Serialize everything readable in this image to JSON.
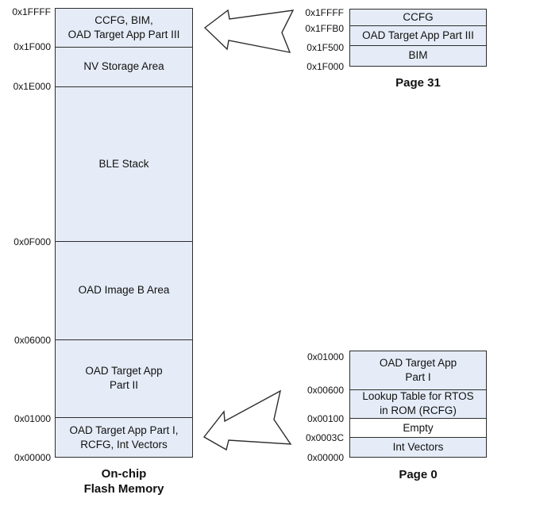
{
  "colors": {
    "box_fill": "#E5ECF7",
    "empty_fill": "#FFFFFF",
    "border": "#2D2D2D",
    "text": "#111111"
  },
  "main_memory": {
    "caption": "On-chip\nFlash Memory",
    "addresses": [
      "0x1FFFF",
      "0x1F000",
      "0x1E000",
      "0x0F000",
      "0x06000",
      "0x01000",
      "0x00000"
    ],
    "sections": [
      {
        "label": "CCFG, BIM,\nOAD Target App Part III"
      },
      {
        "label": "NV Storage Area"
      },
      {
        "label": "BLE Stack"
      },
      {
        "label": "OAD Image B Area"
      },
      {
        "label": "OAD Target App\nPart II"
      },
      {
        "label": "OAD Target App Part I,\nRCFG, Int Vectors"
      }
    ]
  },
  "page31": {
    "caption": "Page 31",
    "addresses": [
      "0x1FFFF",
      "0x1FFB0",
      "0x1F500",
      "0x1F000"
    ],
    "sections": [
      {
        "label": "CCFG"
      },
      {
        "label": "OAD Target App Part III"
      },
      {
        "label": "BIM"
      }
    ]
  },
  "page0": {
    "caption": "Page 0",
    "addresses": [
      "0x01000",
      "0x00600",
      "0x00100",
      "0x0003C",
      "0x00000"
    ],
    "sections": [
      {
        "label": "OAD Target App\nPart I"
      },
      {
        "label": "Lookup Table for RTOS\nin ROM (RCFG)"
      },
      {
        "label": "Empty"
      },
      {
        "label": "Int Vectors"
      }
    ]
  }
}
